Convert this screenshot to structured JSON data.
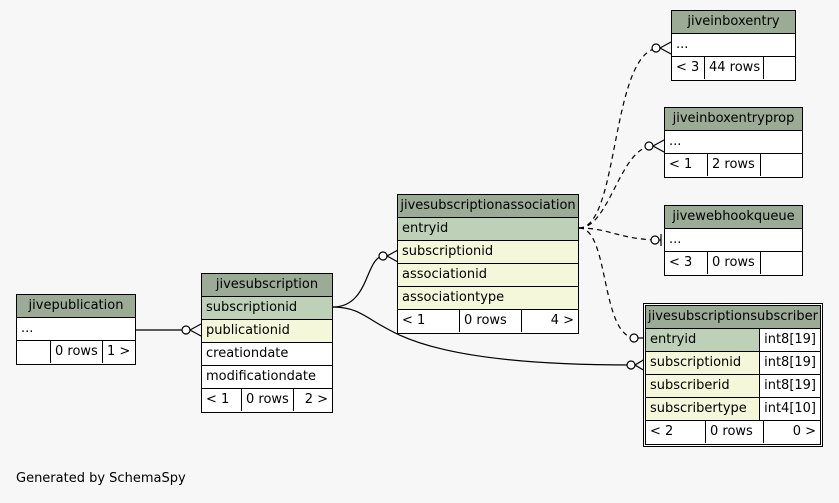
{
  "footer": "Generated by SchemaSpy",
  "tables": {
    "jiveinboxentry": {
      "name": "jiveinboxentry",
      "rows": [
        "..."
      ],
      "stats": [
        "< 3",
        "44 rows",
        ""
      ]
    },
    "jiveinboxentryprop": {
      "name": "jiveinboxentryprop",
      "rows": [
        "..."
      ],
      "stats": [
        "< 1",
        "2 rows",
        ""
      ]
    },
    "jivewebhookqueue": {
      "name": "jivewebhookqueue",
      "rows": [
        "..."
      ],
      "stats": [
        "< 3",
        "0 rows",
        ""
      ]
    },
    "jivesubscriptionassociation": {
      "name": "jivesubscriptionassociation",
      "rows": [
        "entryid",
        "subscriptionid",
        "associationid",
        "associationtype"
      ],
      "stats": [
        "< 1",
        "0 rows",
        "4 >"
      ]
    },
    "jivepublication": {
      "name": "jivepublication",
      "rows": [
        "..."
      ],
      "stats": [
        "",
        "0 rows",
        "1 >"
      ]
    },
    "jivesubscription": {
      "name": "jivesubscription",
      "rows": [
        "subscriptionid",
        "publicationid",
        "creationdate",
        "modificationdate"
      ],
      "stats": [
        "< 1",
        "0 rows",
        "2 >"
      ]
    },
    "jivesubscriptionsubscriber": {
      "name": "jivesubscriptionsubscriber",
      "columns": [
        [
          "entryid",
          "int8[19]"
        ],
        [
          "subscriptionid",
          "int8[19]"
        ],
        [
          "subscriberid",
          "int8[19]"
        ],
        [
          "subscribertype",
          "int4[10]"
        ]
      ],
      "stats": [
        "< 2",
        "0 rows",
        "0 >"
      ]
    }
  }
}
